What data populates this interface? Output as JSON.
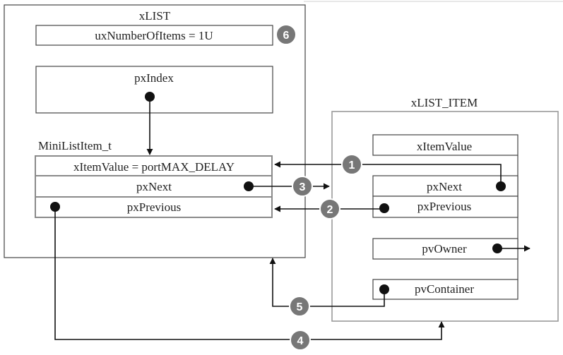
{
  "xlist": {
    "title": "xLIST",
    "ux_number_of_items": "uxNumberOfItems = 1U",
    "px_index": "pxIndex",
    "mini_list_item_title": "MiniListItem_t",
    "mini_item_value": "xItemValue = portMAX_DELAY",
    "mini_px_next": "pxNext",
    "mini_px_previous": "pxPrevious"
  },
  "xlist_item": {
    "title": "xLIST_ITEM",
    "item_value": "xItemValue",
    "px_next": "pxNext",
    "px_previous": "pxPrevious",
    "pv_owner": "pvOwner",
    "pv_container": "pvContainer"
  },
  "badges": [
    "1",
    "2",
    "3",
    "4",
    "5",
    "6"
  ]
}
